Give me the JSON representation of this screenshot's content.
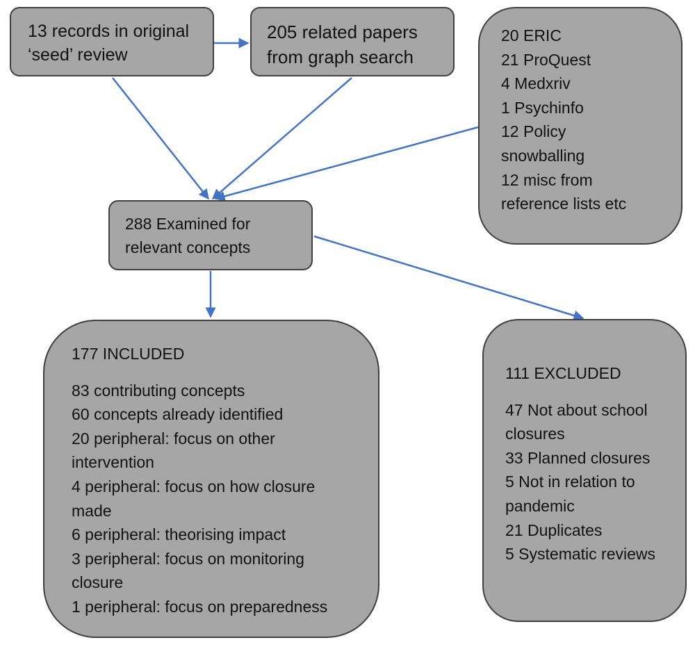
{
  "seed_box": {
    "lines": [
      "13 records in original",
      "‘seed’ review"
    ]
  },
  "graph_box": {
    "lines": [
      "205 related papers",
      "from graph search"
    ]
  },
  "database_box": {
    "lines": [
      "20 ERIC",
      "21 ProQuest",
      "4 Medxriv",
      "1 Psychinfo",
      "12 Policy",
      "snowballing",
      "12 misc from",
      "reference lists etc"
    ]
  },
  "examined_box": {
    "lines": [
      "288 Examined for",
      "relevant concepts"
    ]
  },
  "included_box": {
    "heading": "177 INCLUDED",
    "lines": [
      "83 contributing concepts",
      "60 concepts already identified",
      "20 peripheral: focus on other",
      "intervention",
      "4 peripheral: focus on how closure",
      "made",
      "6 peripheral: theorising impact",
      "3 peripheral: focus on monitoring",
      "closure",
      "1 peripheral: focus on preparedness"
    ]
  },
  "excluded_box": {
    "heading": "111 EXCLUDED",
    "lines": [
      "47 Not about school",
      "closures",
      "33 Planned closures",
      "5 Not in relation to",
      "pandemic",
      "21 Duplicates",
      "5 Systematic reviews"
    ]
  },
  "colors": {
    "box_fill": "#a6a6a6",
    "box_border": "#3f3f3f",
    "arrow": "#4472c4"
  }
}
